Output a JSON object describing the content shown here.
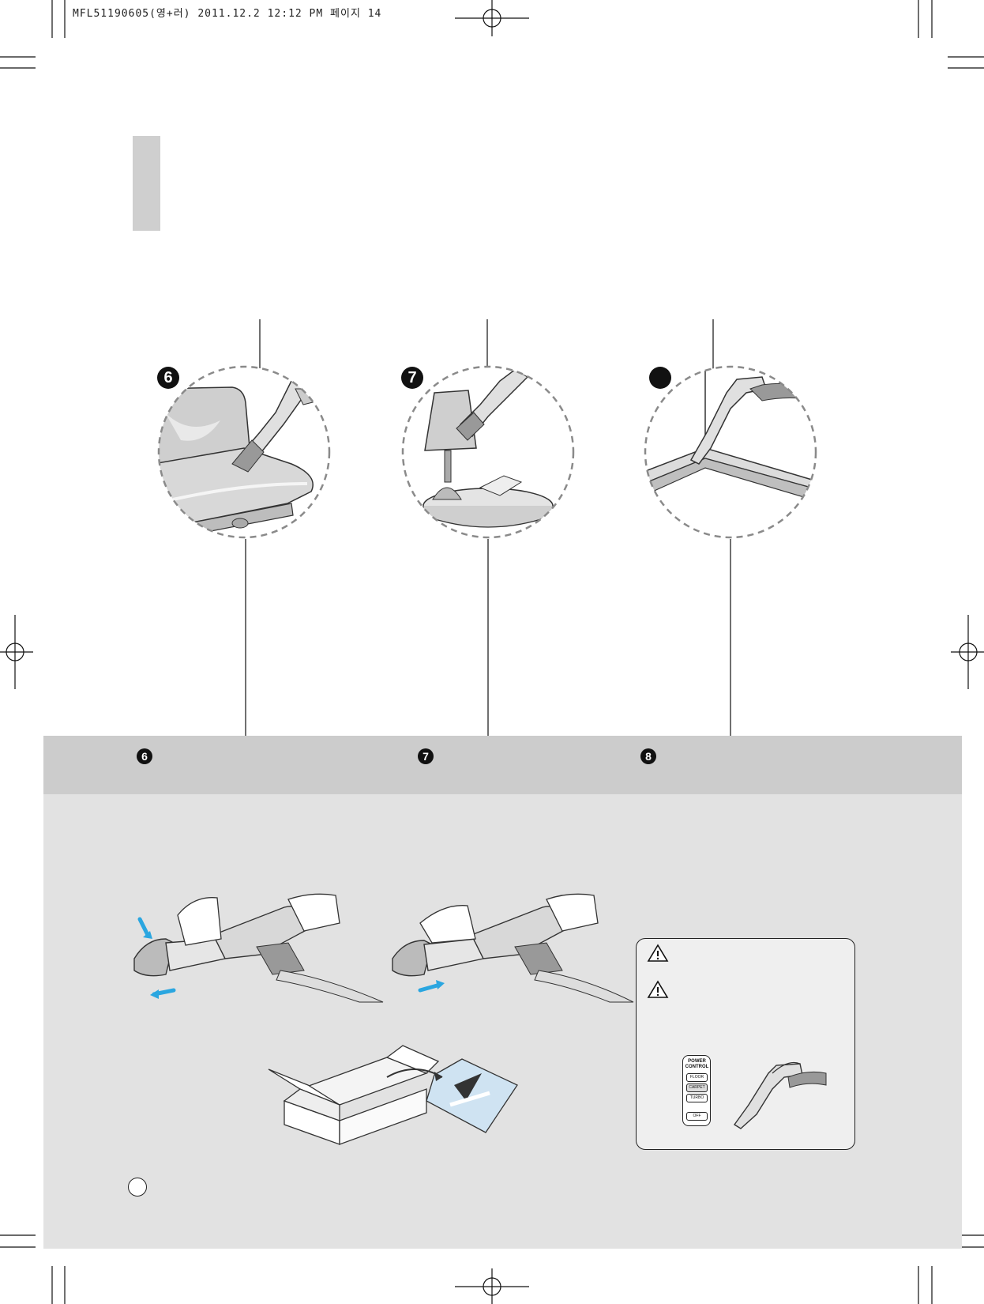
{
  "header": {
    "print_slug": "MFL51190605(영+러)  2011.12.2 12:12 PM 페이지 14"
  },
  "steps": [
    {
      "number": "6",
      "scene": "sofa"
    },
    {
      "number": "7",
      "scene": "lamp"
    },
    {
      "number": "",
      "scene": "corner"
    }
  ],
  "step_bar": {
    "markers": [
      "6",
      "7",
      "8"
    ]
  },
  "power_control_panel": {
    "title_line1": "POWER",
    "title_line2": "CONTROL",
    "buttons": [
      "FLOOR",
      "CARPET",
      "TURBO",
      "OFF"
    ]
  },
  "colors": {
    "accent_arrow": "#2aa6e0",
    "gray_panel": "#e2e2e2",
    "gray_bar": "#cccccc",
    "dash_circle": "#8a8a8a"
  }
}
